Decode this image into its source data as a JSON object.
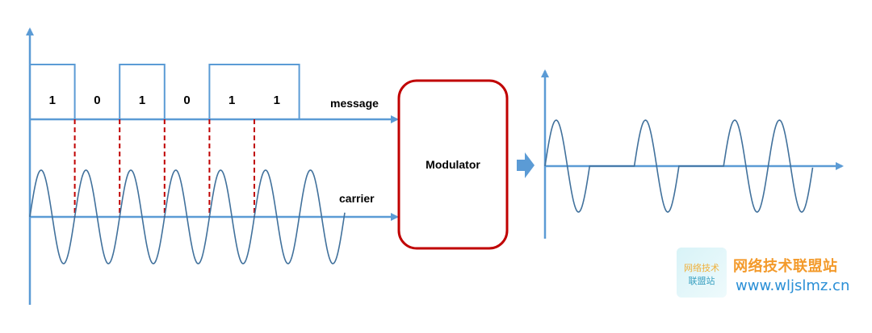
{
  "bits": [
    "1",
    "0",
    "1",
    "0",
    "1",
    "1"
  ],
  "labels": {
    "message": "message",
    "carrier": "carrier",
    "modulator": "Modulator"
  },
  "watermark": {
    "logo_line1": "网络技术",
    "logo_line2": "联盟站",
    "title": "网络技术联盟站",
    "url": "www.wljslmz.cn"
  },
  "colors": {
    "axis": "#5b9bd5",
    "wave": "#41719c",
    "dashed": "#c00000",
    "modulator_border": "#c00000",
    "text": "#000000"
  }
}
